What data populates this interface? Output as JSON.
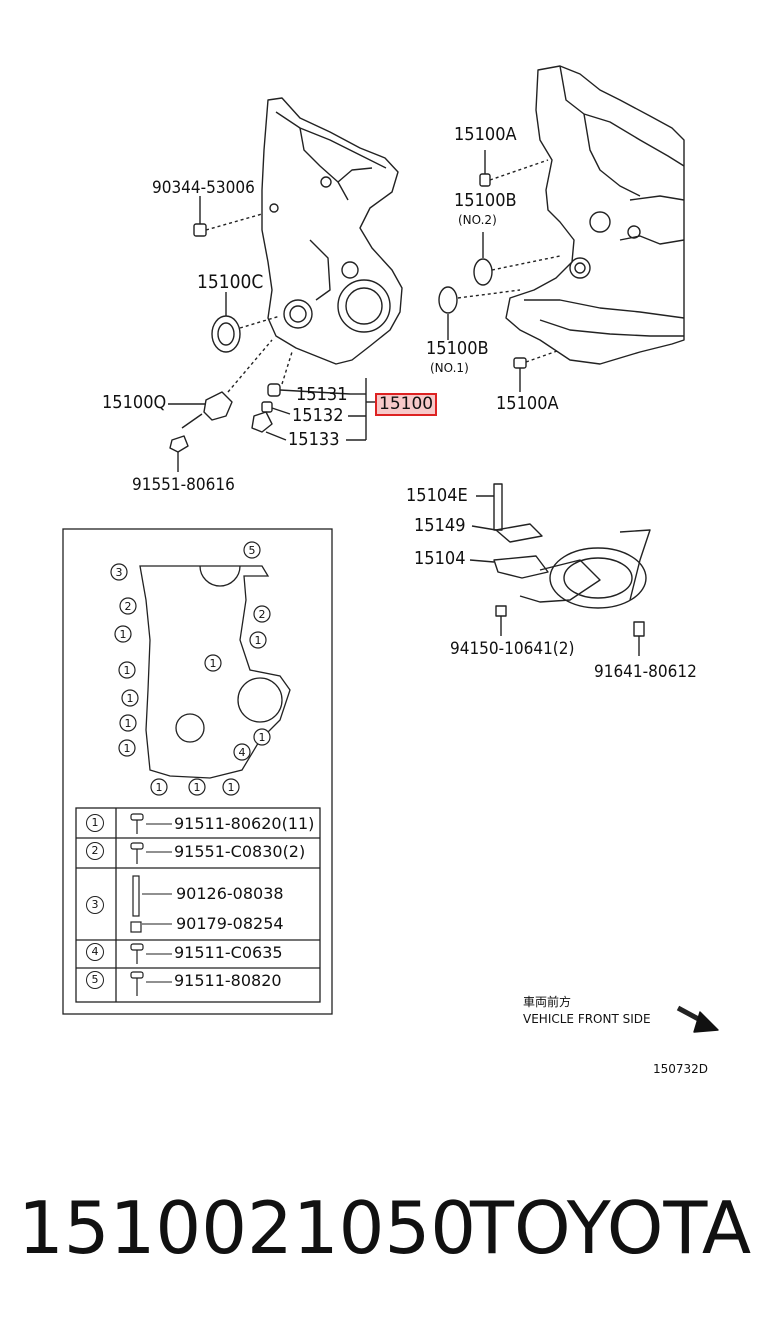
{
  "labels": {
    "p90344": "90344-53006",
    "p15100C": "15100C",
    "p15100Q": "15100Q",
    "p91551_80616": "91551-80616",
    "p15131": "15131",
    "p15132": "15132",
    "p15133": "15133",
    "p15100": "15100",
    "p15100A_top": "15100A",
    "p15100B_top": "15100B",
    "no2": "(NO.2)",
    "p15100B_mid": "15100B",
    "no1": "(NO.1)",
    "p15100A_bot": "15100A",
    "p15104E": "15104E",
    "p15149": "15149",
    "p15104": "15104",
    "p94150": "94150-10641(2)",
    "p91641": "91641-80612"
  },
  "inset": {
    "callouts": [
      "5",
      "3",
      "2",
      "2",
      "1",
      "1",
      "1",
      "1",
      "1",
      "1",
      "1",
      "1",
      "4",
      "1",
      "1",
      "1",
      "1"
    ],
    "rows": [
      {
        "num": "1",
        "parts": [
          "91511-80620(11)"
        ]
      },
      {
        "num": "2",
        "parts": [
          "91551-C0830(2)"
        ]
      },
      {
        "num": "3",
        "parts": [
          "90126-08038",
          "90179-08254"
        ]
      },
      {
        "num": "4",
        "parts": [
          "91511-C0635"
        ]
      },
      {
        "num": "5",
        "parts": [
          "91511-80820"
        ]
      }
    ]
  },
  "front": {
    "jp": "車両前方",
    "en": "VEHICLE FRONT SIDE"
  },
  "figure_code": "150732D",
  "caption": {
    "part_number": "1510021050",
    "brand": "TOYOTA"
  }
}
